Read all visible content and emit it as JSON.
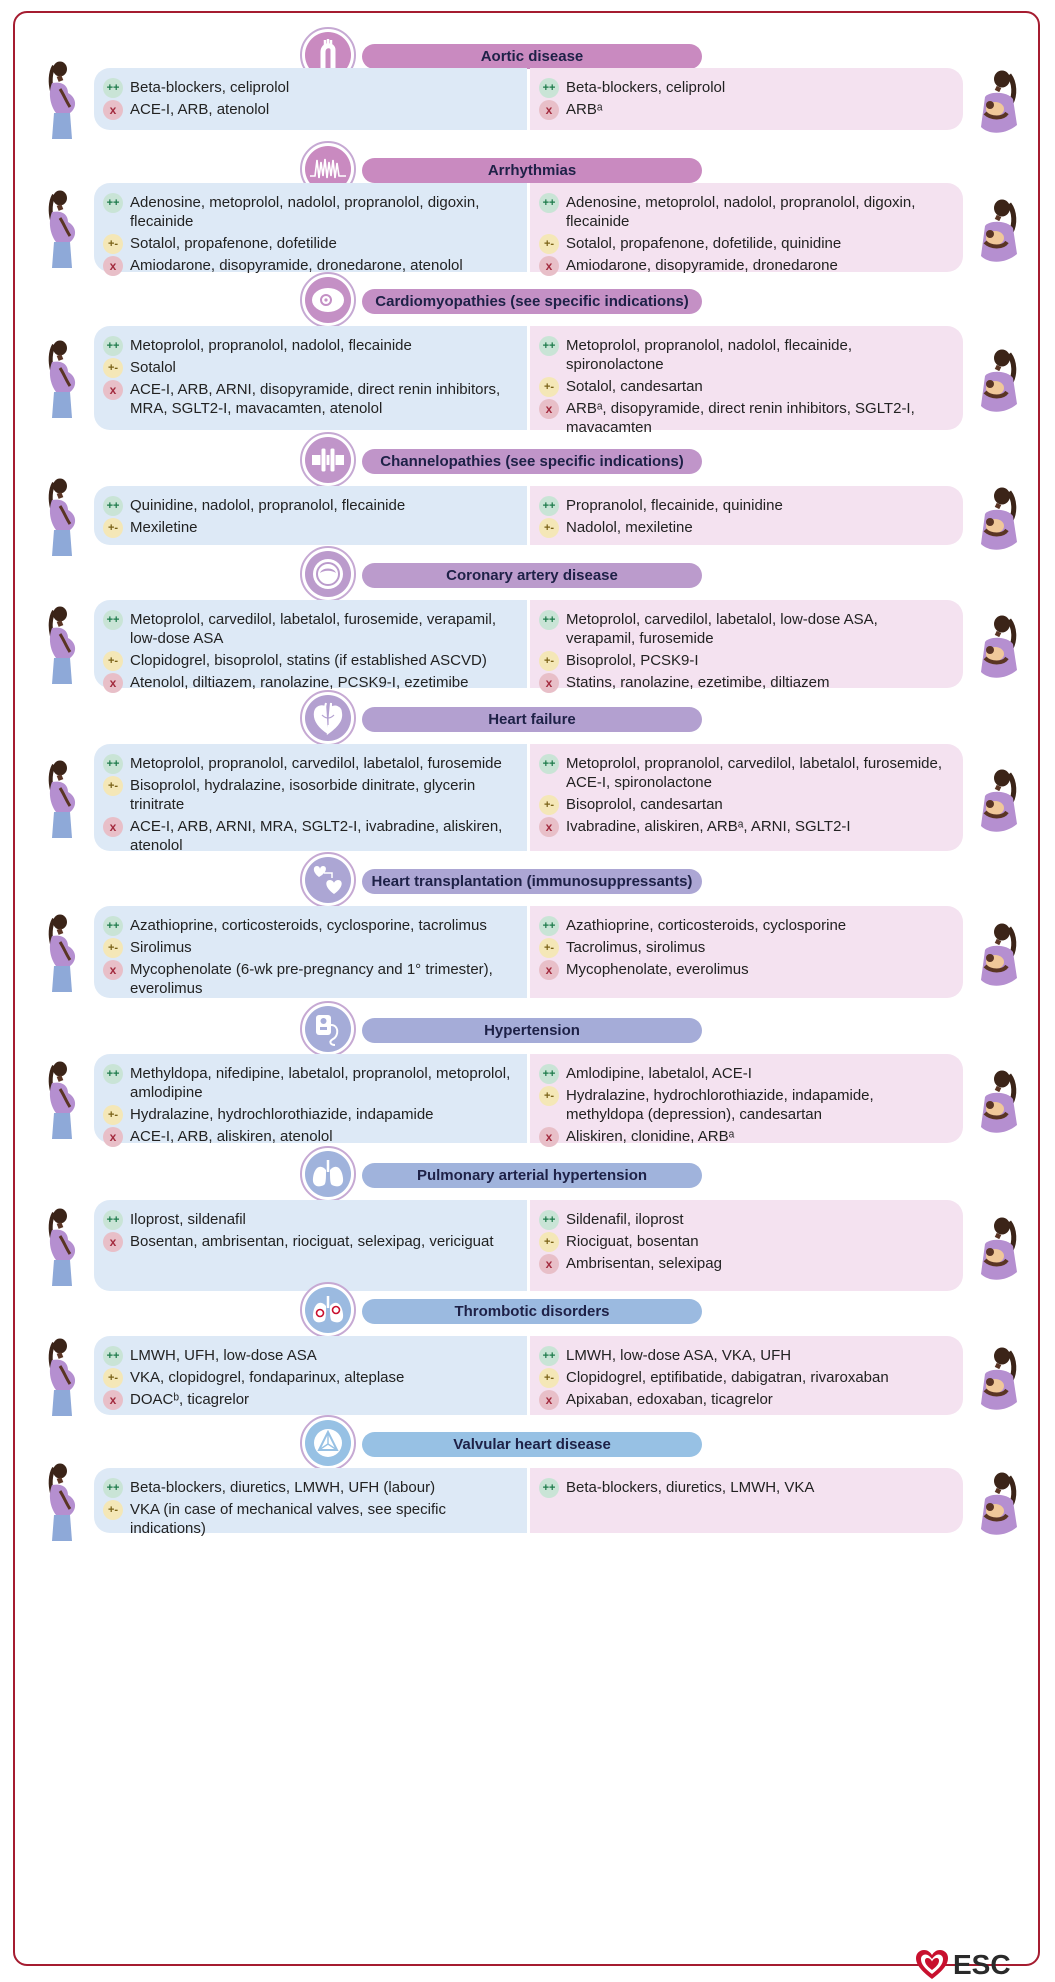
{
  "legend": {
    "pp": "++",
    "pm": "+-",
    "x": "x"
  },
  "colors": {
    "frame": "#a51c30",
    "pregnancy_bg": "#dde9f6",
    "breastfeeding_bg": "#f4e2f0"
  },
  "sections": [
    {
      "title": "Aortic disease",
      "icon": "aorta-icon",
      "band": "#c98ac0",
      "left": [
        {
          "t": "pp",
          "text": "Beta-blockers, celiprolol"
        },
        {
          "t": "x",
          "text": "ACE-I, ARB, atenolol"
        }
      ],
      "right": [
        {
          "t": "pp",
          "text": "Beta-blockers, celiprolol"
        },
        {
          "t": "x",
          "text": "ARBᵃ"
        }
      ]
    },
    {
      "title": "Arrhythmias",
      "icon": "ecg-icon",
      "band": "#c98ac0",
      "left": [
        {
          "t": "pp",
          "text": "Adenosine, metoprolol, nadolol, propranolol, digoxin, flecainide"
        },
        {
          "t": "pm",
          "text": "Sotalol, propafenone, dofetilide"
        },
        {
          "t": "x",
          "text": "Amiodarone, disopyramide, dronedarone, atenolol"
        }
      ],
      "right": [
        {
          "t": "pp",
          "text": "Adenosine, metoprolol, nadolol, propranolol, digoxin, flecainide"
        },
        {
          "t": "pm",
          "text": "Sotalol, propafenone, dofetilide, quinidine"
        },
        {
          "t": "x",
          "text": "Amiodarone, disopyramide, dronedarone"
        }
      ]
    },
    {
      "title": "Cardiomyopathies (see specific indications)",
      "icon": "heart-cross-section-icon",
      "band": "#c490c5",
      "left": [
        {
          "t": "pp",
          "text": "Metoprolol, propranolol, nadolol, flecainide"
        },
        {
          "t": "pm",
          "text": "Sotalol"
        },
        {
          "t": "x",
          "text": "ACE-I, ARB, ARNI, disopyramide, direct renin inhibitors, MRA, SGLT2-I, mavacamten, atenolol"
        }
      ],
      "right": [
        {
          "t": "pp",
          "text": "Metoprolol, propranolol, nadolol, flecainide, spironolactone"
        },
        {
          "t": "pm",
          "text": "Sotalol, candesartan"
        },
        {
          "t": "x",
          "text": "ARBᵃ, disopyramide, direct renin inhibitors, SGLT2-I, mavacamten"
        }
      ]
    },
    {
      "title": "Channelopathies (see specific indications)",
      "icon": "ion-channel-icon",
      "band": "#c095c9",
      "left": [
        {
          "t": "pp",
          "text": "Quinidine, nadolol, propranolol, flecainide"
        },
        {
          "t": "pm",
          "text": "Mexiletine"
        }
      ],
      "right": [
        {
          "t": "pp",
          "text": "Propranolol, flecainide, quinidine"
        },
        {
          "t": "pm",
          "text": "Nadolol,  mexiletine"
        }
      ]
    },
    {
      "title": "Coronary artery disease",
      "icon": "artery-icon",
      "band": "#bb9bcc",
      "left": [
        {
          "t": "pp",
          "text": "Metoprolol, carvedilol, labetalol, furosemide, verapamil, low-dose ASA"
        },
        {
          "t": "pm",
          "text": "Clopidogrel, bisoprolol, statins (if established ASCVD)"
        },
        {
          "t": "x",
          "text": "Atenolol, diltiazem, ranolazine, PCSK9-I, ezetimibe"
        }
      ],
      "right": [
        {
          "t": "pp",
          "text": "Metoprolol, carvedilol, labetalol, low-dose ASA, verapamil, furosemide"
        },
        {
          "t": "pm",
          "text": "Bisoprolol, PCSK9-I"
        },
        {
          "t": "x",
          "text": "Statins, ranolazine, ezetimibe, diltiazem"
        }
      ]
    },
    {
      "title": "Heart failure",
      "icon": "heart-icon",
      "band": "#b3a0d0",
      "left": [
        {
          "t": "pp",
          "text": "Metoprolol, propranolol, carvedilol, labetalol, furosemide"
        },
        {
          "t": "pm",
          "text": "Bisoprolol, hydralazine, isosorbide dinitrate, glycerin trinitrate"
        },
        {
          "t": "x",
          "text": "ACE-I, ARB, ARNI, MRA, SGLT2-I, ivabradine, aliskiren, atenolol"
        }
      ],
      "right": [
        {
          "t": "pp",
          "text": "Metoprolol, propranolol, carvedilol, labetalol, furosemide, ACE-I, spironolactone"
        },
        {
          "t": "pm",
          "text": "Bisoprolol, candesartan"
        },
        {
          "t": "x",
          "text": "Ivabradine, aliskiren, ARBᵃ, ARNI, SGLT2-I"
        }
      ]
    },
    {
      "title": "Heart transplantation (immunosuppressants)",
      "icon": "heart-transplant-icon",
      "band": "#aca6d4",
      "left": [
        {
          "t": "pp",
          "text": "Azathioprine, corticosteroids, cyclosporine, tacrolimus"
        },
        {
          "t": "pm",
          "text": "Sirolimus"
        },
        {
          "t": "x",
          "text": "Mycophenolate (6-wk pre-pregnancy and 1° trimester), everolimus"
        }
      ],
      "right": [
        {
          "t": "pp",
          "text": "Azathioprine, corticosteroids, cyclosporine"
        },
        {
          "t": "pm",
          "text": "Tacrolimus, sirolimus"
        },
        {
          "t": "x",
          "text": "Mycophenolate, everolimus"
        }
      ]
    },
    {
      "title": "Hypertension",
      "icon": "blood-pressure-icon",
      "band": "#a5acd8",
      "left": [
        {
          "t": "pp",
          "text": "Methyldopa, nifedipine, labetalol, propranolol, metoprolol, amlodipine"
        },
        {
          "t": "pm",
          "text": "Hydralazine, hydrochlorothiazide, indapamide"
        },
        {
          "t": "x",
          "text": "ACE-I, ARB, aliskiren, atenolol"
        }
      ],
      "right": [
        {
          "t": "pp",
          "text": "Amlodipine, labetalol, ACE-I"
        },
        {
          "t": "pm",
          "text": "Hydralazine, hydrochlorothiazide, indapamide, methyldopa (depression), candesartan"
        },
        {
          "t": "x",
          "text": "Aliskiren, clonidine, ARBᵃ"
        }
      ]
    },
    {
      "title": "Pulmonary arterial hypertension",
      "icon": "lungs-icon",
      "band": "#a0b3dc",
      "left": [
        {
          "t": "pp",
          "text": "Iloprost, sildenafil"
        },
        {
          "t": "x",
          "text": "Bosentan, ambrisentan, riociguat, selexipag, vericiguat"
        }
      ],
      "right": [
        {
          "t": "pp",
          "text": "Sildenafil, iloprost"
        },
        {
          "t": "pm",
          "text": "Riociguat, bosentan"
        },
        {
          "t": "x",
          "text": "Ambrisentan, selexipag"
        }
      ]
    },
    {
      "title": "Thrombotic disorders",
      "icon": "lungs-clot-icon",
      "band": "#9bbae0",
      "left": [
        {
          "t": "pp",
          "text": "LMWH, UFH, low-dose ASA"
        },
        {
          "t": "pm",
          "text": "VKA, clopidogrel, fondaparinux, alteplase"
        },
        {
          "t": "x",
          "text": "DOACᵇ, ticagrelor"
        }
      ],
      "right": [
        {
          "t": "pp",
          "text": "LMWH, low-dose ASA, VKA, UFH"
        },
        {
          "t": "pm",
          "text": "Clopidogrel, eptifibatide, dabigatran, rivaroxaban"
        },
        {
          "t": "x",
          "text": "Apixaban, edoxaban, ticagrelor"
        }
      ]
    },
    {
      "title": "Valvular heart disease",
      "icon": "heart-valve-icon",
      "band": "#97c1e4",
      "left": [
        {
          "t": "pp",
          "text": "Beta-blockers, diuretics, LMWH, UFH (labour)"
        },
        {
          "t": "pm",
          "text": "VKA (in case of mechanical valves, see specific indications)"
        }
      ],
      "right": [
        {
          "t": "pp",
          "text": "Beta-blockers, diuretics, LMWH, VKA"
        }
      ]
    }
  ],
  "logo": {
    "text": "ESC"
  }
}
